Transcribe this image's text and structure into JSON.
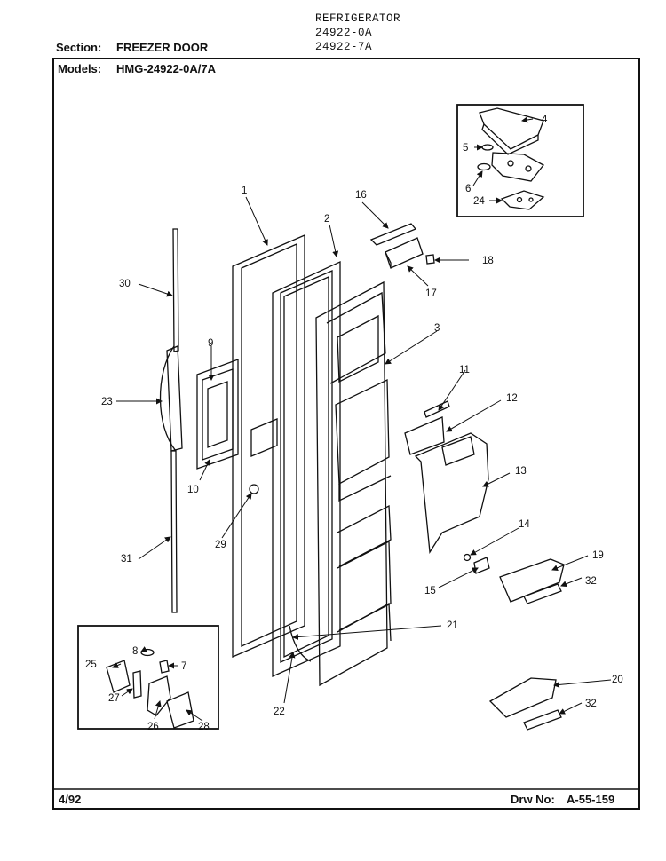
{
  "header": {
    "product": "REFRIGERATOR",
    "model_line_1": "24922-0A",
    "model_line_2": "24922-7A",
    "section_label": "Section:",
    "section_value": "FREEZER DOOR",
    "models_label": "Models:",
    "models_value": "HMG-24922-0A/7A"
  },
  "footer": {
    "date": "4/92",
    "drawing_label": "Drw No:",
    "drawing_number": "A-55-159"
  },
  "callouts": [
    "1",
    "2",
    "3",
    "4",
    "5",
    "6",
    "7",
    "8",
    "9",
    "10",
    "11",
    "12",
    "13",
    "14",
    "15",
    "16",
    "17",
    "18",
    "19",
    "20",
    "21",
    "22",
    "23",
    "24",
    "25",
    "26",
    "27",
    "28",
    "29",
    "30",
    "31",
    "32",
    "32"
  ]
}
